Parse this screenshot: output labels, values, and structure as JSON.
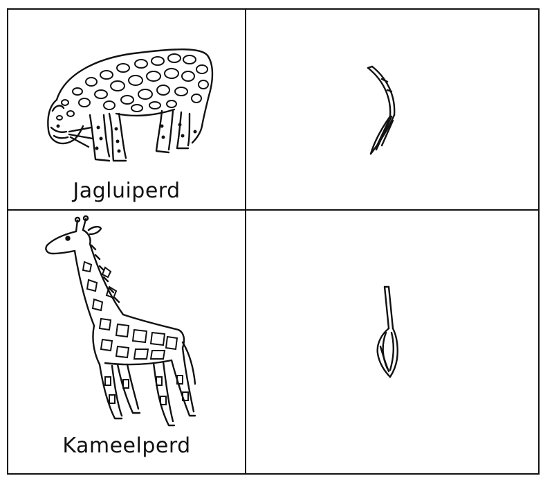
{
  "worksheet": {
    "cards": [
      {
        "animal": "cheetah-drawing",
        "label": "Jagluiperd",
        "tail": "cheetah-tail-drawing"
      },
      {
        "animal": "giraffe-drawing",
        "label": "Kameelperd",
        "tail": "giraffe-tail-drawing"
      }
    ]
  }
}
